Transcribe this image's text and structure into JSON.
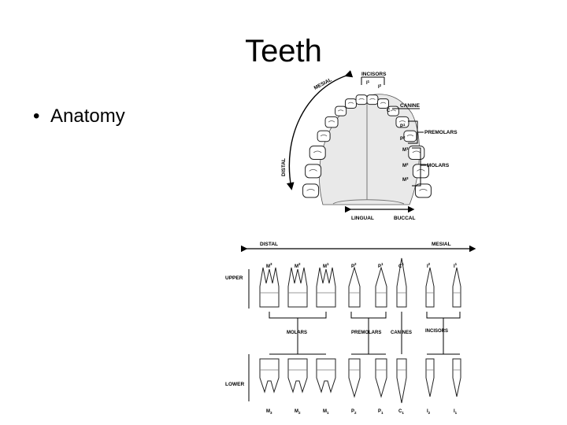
{
  "slide": {
    "title": "Teeth",
    "bullets": [
      "Anatomy"
    ]
  },
  "arch_diagram": {
    "labels": {
      "incisors": "INCISORS",
      "canine": "CANINE",
      "premolars": "PREMOLARS",
      "molars": "MOLARS",
      "mesial": "MESIAL",
      "distal": "DISTAL",
      "lingual": "LINGUAL",
      "buccal": "BUCCAL"
    },
    "tooth_codes": [
      "I1",
      "I2",
      "C",
      "P1",
      "P2",
      "M1",
      "M2",
      "M3"
    ]
  },
  "teeth_chart": {
    "direction_labels": {
      "distal": "DISTAL",
      "mesial": "MESIAL"
    },
    "row_labels": {
      "upper": "UPPER",
      "lower": "LOWER"
    },
    "group_labels": [
      "MOLARS",
      "PREMOLARS",
      "CANINES",
      "INCISORS"
    ],
    "teeth_order": [
      "M3",
      "M2",
      "M1",
      "P2",
      "P1",
      "C1",
      "I2",
      "I1"
    ],
    "upper_codes": [
      {
        "l": "M",
        "s": "3"
      },
      {
        "l": "M",
        "s": "2"
      },
      {
        "l": "M",
        "s": "1"
      },
      {
        "l": "P",
        "s": "2"
      },
      {
        "l": "P",
        "s": "1"
      },
      {
        "l": "C",
        "s": "1"
      },
      {
        "l": "I",
        "s": "2"
      },
      {
        "l": "I",
        "s": "1"
      }
    ],
    "lower_codes": [
      {
        "l": "M",
        "s": "3"
      },
      {
        "l": "M",
        "s": "2"
      },
      {
        "l": "M",
        "s": "1"
      },
      {
        "l": "P",
        "s": "2"
      },
      {
        "l": "P",
        "s": "1"
      },
      {
        "l": "C",
        "s": "1"
      },
      {
        "l": "I",
        "s": "2"
      },
      {
        "l": "I",
        "s": "1"
      }
    ]
  }
}
